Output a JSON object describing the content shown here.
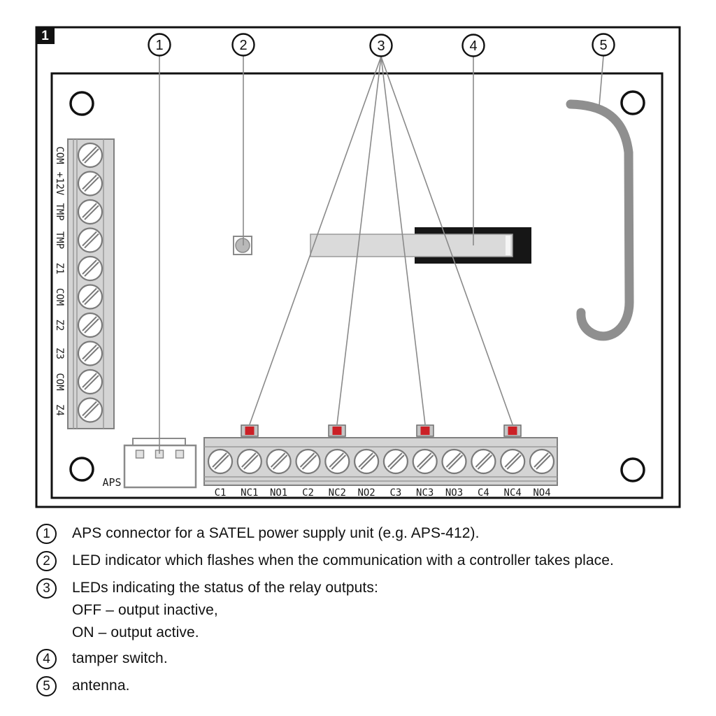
{
  "figure_label": "1",
  "callouts": [
    "1",
    "2",
    "3",
    "4",
    "5"
  ],
  "board": {
    "left_labels": [
      "COM",
      "+12V",
      "TMP",
      "TMP",
      "Z1",
      "COM",
      "Z2",
      "Z3",
      "COM",
      "Z4"
    ],
    "bottom_labels": [
      "C1",
      "NC1",
      "NO1",
      "C2",
      "NC2",
      "NO2",
      "C3",
      "NC3",
      "NO3",
      "C4",
      "NC4",
      "NO4"
    ],
    "aps_label": "APS"
  },
  "legend": [
    {
      "num": "1",
      "text": "APS connector for a SATEL power supply unit (e.g. APS-412)."
    },
    {
      "num": "2",
      "text": "LED indicator which flashes when the communication with a controller takes place."
    },
    {
      "num": "3",
      "text": "LEDs indicating the status of the relay outputs:"
    },
    {
      "num": "",
      "text": "OFF – output inactive,"
    },
    {
      "num": "",
      "text": "ON – output active."
    },
    {
      "num": "4",
      "text": "tamper switch."
    },
    {
      "num": "5",
      "text": "antenna."
    }
  ],
  "colors": {
    "led_red": "#cb2026",
    "antenna_gray": "#8f8f8f",
    "block_gray": "#d4d4d4",
    "outline_black": "#111111"
  }
}
